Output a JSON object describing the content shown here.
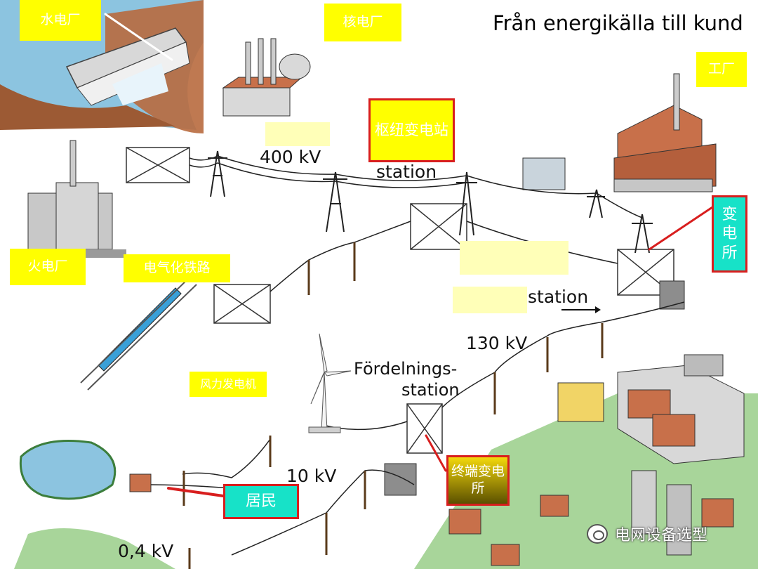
{
  "title": "Från energikälla till kund",
  "labels": {
    "hydro_plant": "水电厂",
    "nuclear_plant": "核电厂",
    "factory": "工厂",
    "hub_substation": "枢纽变电站",
    "thermal_plant": "火电厂",
    "electric_railway": "电气化铁路",
    "wind_turbine": "风力发电机",
    "substation": "变电所",
    "residents": "居民",
    "terminal_substation": "终端变电所"
  },
  "scene_text": {
    "kv400": "400 kV",
    "station_top": "station",
    "station_right": "station",
    "kv130": "130 kV",
    "distribution_station_line1": "Fördelnings-",
    "distribution_station_line2": "station",
    "kv10": "10 kV",
    "kv04": "0,4 kV"
  },
  "watermark": {
    "text": "电网设备选型",
    "icon": "wechat-icon"
  },
  "colors": {
    "label_yellow": "#ffff00",
    "label_teal": "#17e2c8",
    "label_border_red": "#d81e1e",
    "water_blue": "#8cc4e0",
    "grass_green": "#a8d59a",
    "roof_brown": "#c8704a"
  }
}
